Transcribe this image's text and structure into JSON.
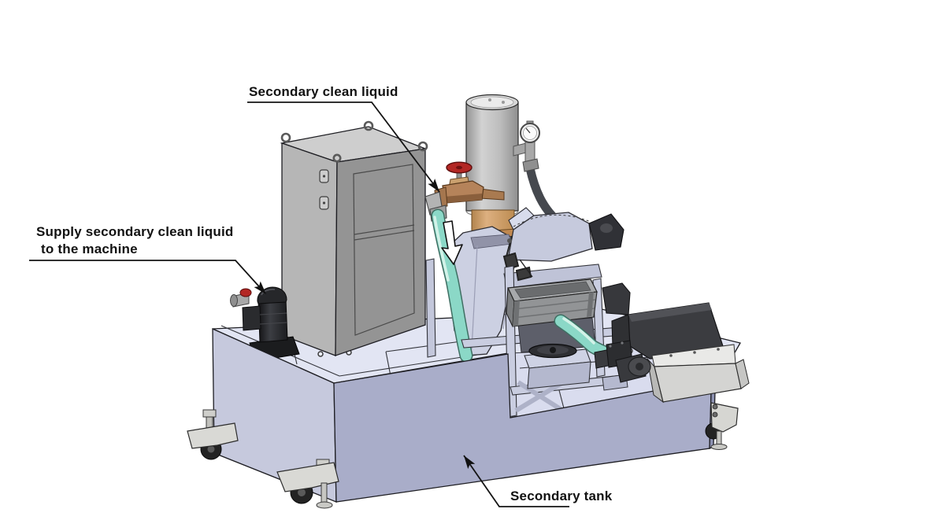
{
  "diagram": {
    "type": "machine-illustration",
    "subject": "coolant secondary tank unit",
    "background": "#ffffff",
    "labels": {
      "secondary_clean_liquid": "Secondary clean liquid",
      "supply_line1": "Supply secondary clean liquid",
      "supply_line2": "to the machine",
      "secondary_tank": "Secondary tank"
    },
    "icons": {
      "flow_arrow": "flow-direction-arrow",
      "leader_arrow": "callout-arrowhead"
    },
    "colors": {
      "tank_front": "#a9adc9",
      "tank_side": "#c6c9dd",
      "tank_deck": "#e2e5f3",
      "hose_teal": "#8bd8c7",
      "valve_red": "#b32724",
      "valve_bronze": "#b5835a",
      "cabinet_gray": "#b6b6b6",
      "conveyor_dark": "#3b3c40",
      "chute_gray": "#d4d4d2",
      "outline": "#1d1d22"
    }
  }
}
